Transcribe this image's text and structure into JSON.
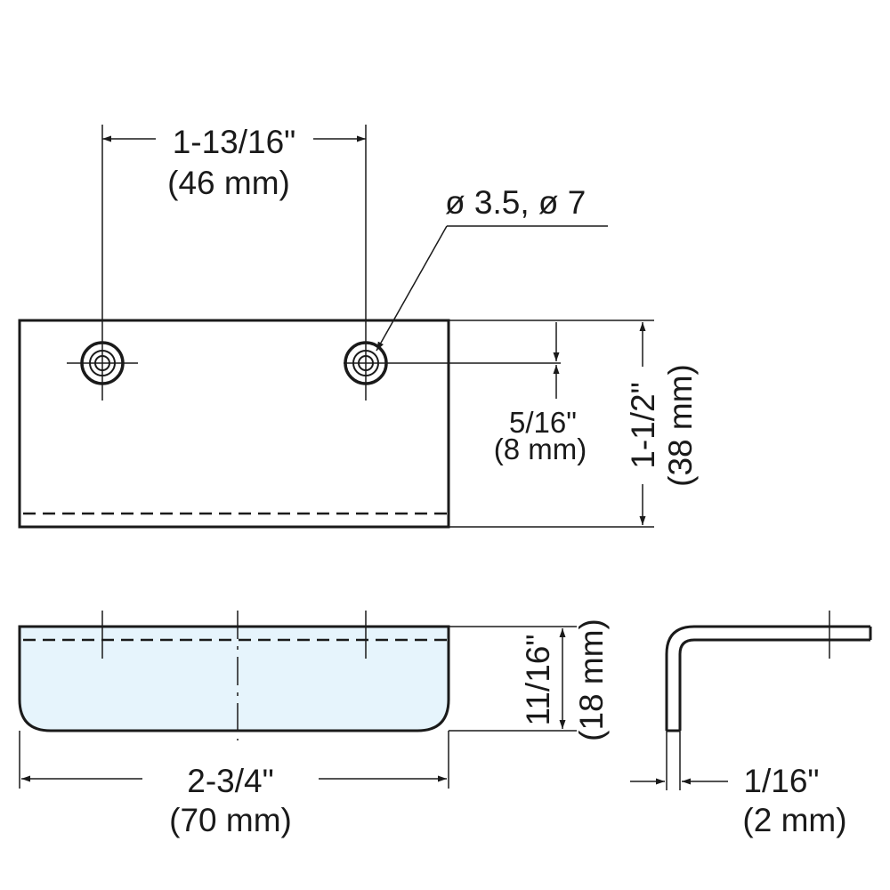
{
  "dimensions": {
    "hole_spacing": {
      "imperial": "1-13/16\"",
      "metric": "(46 mm)"
    },
    "hole_diameter": {
      "text": "ø 3.5, ø 7"
    },
    "hole_edge_offset": {
      "imperial": "5/16\"",
      "metric": "(8 mm)"
    },
    "plate_height": {
      "imperial": "1-1/2\"",
      "metric": "(38 mm)"
    },
    "flange_depth": {
      "imperial": "11/16\"",
      "metric": "(18 mm)"
    },
    "plate_width": {
      "imperial": "2-3/4\"",
      "metric": "(70 mm)"
    },
    "thickness": {
      "imperial": "1/16\"",
      "metric": "(2 mm)"
    }
  },
  "colors": {
    "line": "#1a1a1a",
    "front_fill": "#e6f4fc",
    "background": "#ffffff"
  }
}
